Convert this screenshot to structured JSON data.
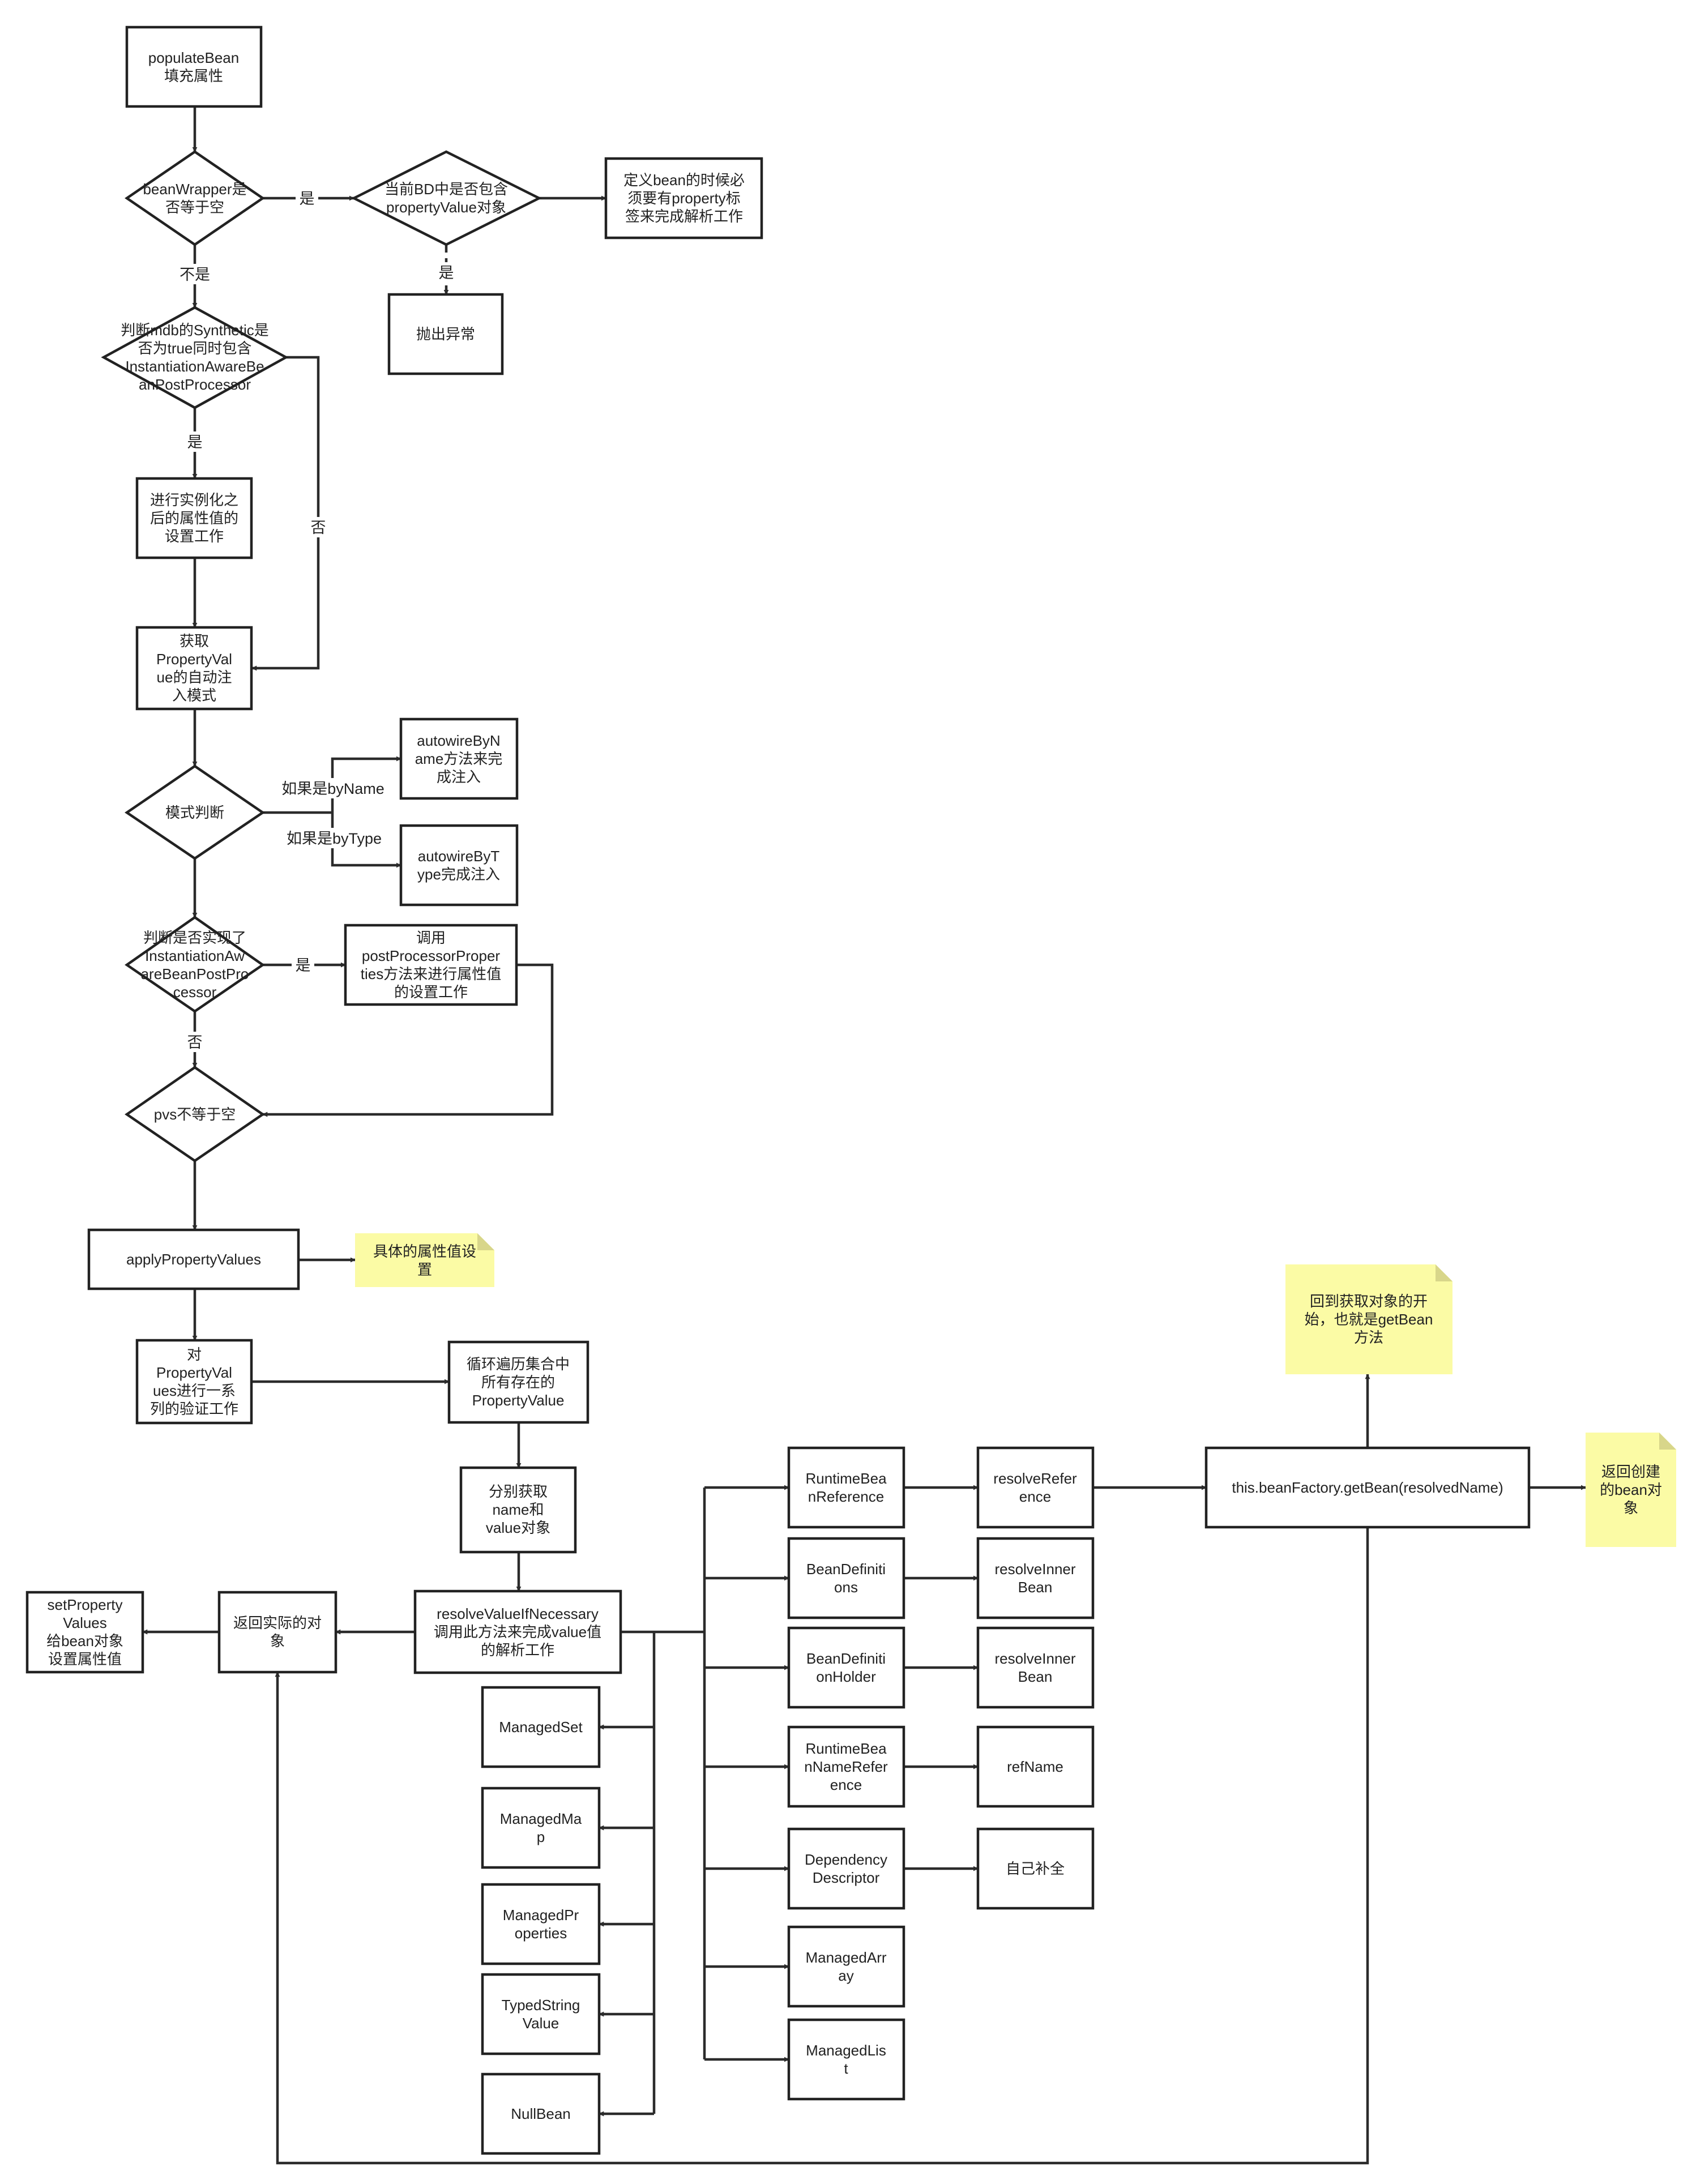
{
  "nodes": {
    "populateBean": [
      "populateBean",
      "填充属性"
    ],
    "beanWrapperNull": [
      "beanWrapper是",
      "否等于空"
    ],
    "bdHasPropertyValue": [
      "当前BD中是否包含",
      "propertyValue对象"
    ],
    "mustHaveProperty": [
      "定义bean的时候必",
      "须要有property标",
      "签来完成解析工作"
    ],
    "throwException": [
      "抛出异常"
    ],
    "checkSynthetic": [
      "判断mdb的Synthetic是",
      "否为true同时包含",
      "InstantiationAwareBe",
      "anPostProcessor"
    ],
    "postInstantiation": [
      "进行实例化之",
      "后的属性值的",
      "设置工作"
    ],
    "getAutowireMode": [
      "获取",
      "PropertyVal",
      "ue的自动注",
      "入模式"
    ],
    "modeCheck": [
      "模式判断"
    ],
    "autowireByName": [
      "autowireByN",
      "ame方法来完",
      "成注入"
    ],
    "autowireByType": [
      "autowireByT",
      "ype完成注入"
    ],
    "checkInstantiationAware": [
      "判断是否实现了",
      "InstantiationAw",
      "areBeanPostPro",
      "cessor"
    ],
    "postProcessProperties": [
      "调用",
      "postProcessorProper",
      "ties方法来进行属性值",
      "的设置工作"
    ],
    "pvsNotNull": [
      "pvs不等于空"
    ],
    "applyPropertyValues": [
      "applyPropertyValues"
    ],
    "noteApply": [
      "具体的属性值设",
      "置"
    ],
    "validatePropertyValues": [
      "对",
      "PropertyVal",
      "ues进行一系",
      "列的验证工作"
    ],
    "loopPropertyValues": [
      "循环遍历集合中",
      "所有存在的",
      "PropertyValue"
    ],
    "getNameValue": [
      "分别获取",
      "name和",
      "value对象"
    ],
    "resolveValueIfNecessary": [
      "resolveValueIfNecessary",
      "调用此方法来完成value值",
      "的解析工作"
    ],
    "returnActualObject": [
      "返回实际的对",
      "象"
    ],
    "setPropertyValues": [
      "setProperty",
      "Values",
      "给bean对象",
      "设置属性值"
    ],
    "managedSet": [
      "ManagedSet"
    ],
    "managedMap": [
      "ManagedMa",
      "p"
    ],
    "managedProperties": [
      "ManagedPr",
      "operties"
    ],
    "typedStringValue": [
      "TypedString",
      "Value"
    ],
    "nullBean": [
      "NullBean"
    ],
    "runtimeBeanReference": [
      "RuntimeBea",
      "nReference"
    ],
    "beanDefinitions": [
      "BeanDefiniti",
      "ons"
    ],
    "beanDefinitionHolder": [
      "BeanDefiniti",
      "onHolder"
    ],
    "runtimeBeanNameReference": [
      "RuntimeBea",
      "nNameRefer",
      "ence"
    ],
    "dependencyDescriptor": [
      "Dependency",
      "Descriptor"
    ],
    "managedArray": [
      "ManagedArr",
      "ay"
    ],
    "managedList": [
      "ManagedLis",
      "t"
    ],
    "resolveReference": [
      "resolveRefer",
      "ence"
    ],
    "resolveInnerBean1": [
      "resolveInner",
      "Bean"
    ],
    "resolveInnerBean2": [
      "resolveInner",
      "Bean"
    ],
    "refName": [
      "refName"
    ],
    "selfComplete": [
      "自己补全"
    ],
    "getBean": [
      "this.beanFactory.getBean(resolvedName)"
    ],
    "noteBackToGetBean": [
      "回到获取对象的开",
      "始，也就是getBean",
      "方法"
    ],
    "noteReturnBean": [
      "返回创建",
      "的bean对",
      "象"
    ]
  },
  "edge_labels": {
    "yes1": "是",
    "no1": "不是",
    "yes2": "是",
    "yes3": "是",
    "no2": "否",
    "byName": "如果是byName",
    "byType": "如果是byType",
    "yes4": "是",
    "no3": "否"
  }
}
